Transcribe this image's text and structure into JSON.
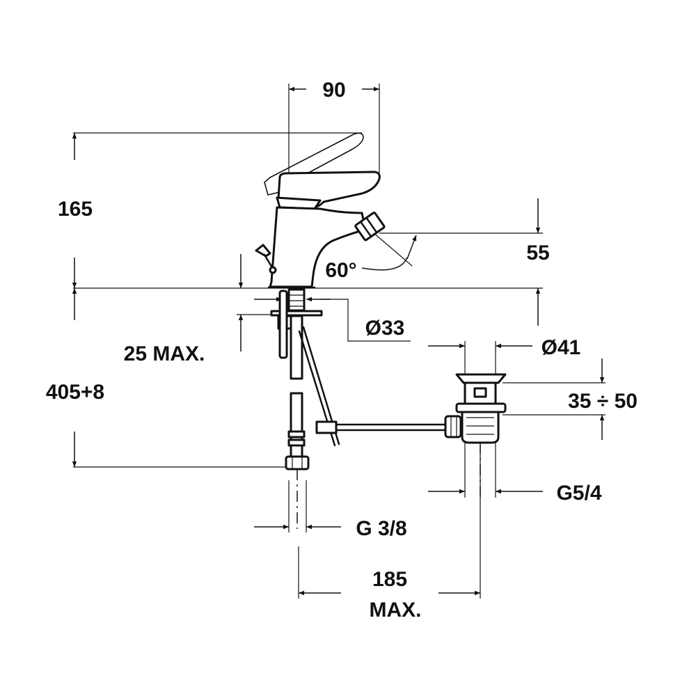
{
  "dimensions": {
    "width_top": "90",
    "height_total": "165",
    "spout_height": "55",
    "spout_angle": "60°",
    "base_diameter": "Ø33",
    "deck_thickness": "25 MAX.",
    "below_deck_length": "405+8",
    "drain_diameter": "Ø41",
    "drain_range": "35 ÷ 50",
    "drain_thread": "G5/4",
    "hose_thread": "G 3/8",
    "rod_offset_value": "185",
    "rod_offset_suffix": "MAX."
  }
}
